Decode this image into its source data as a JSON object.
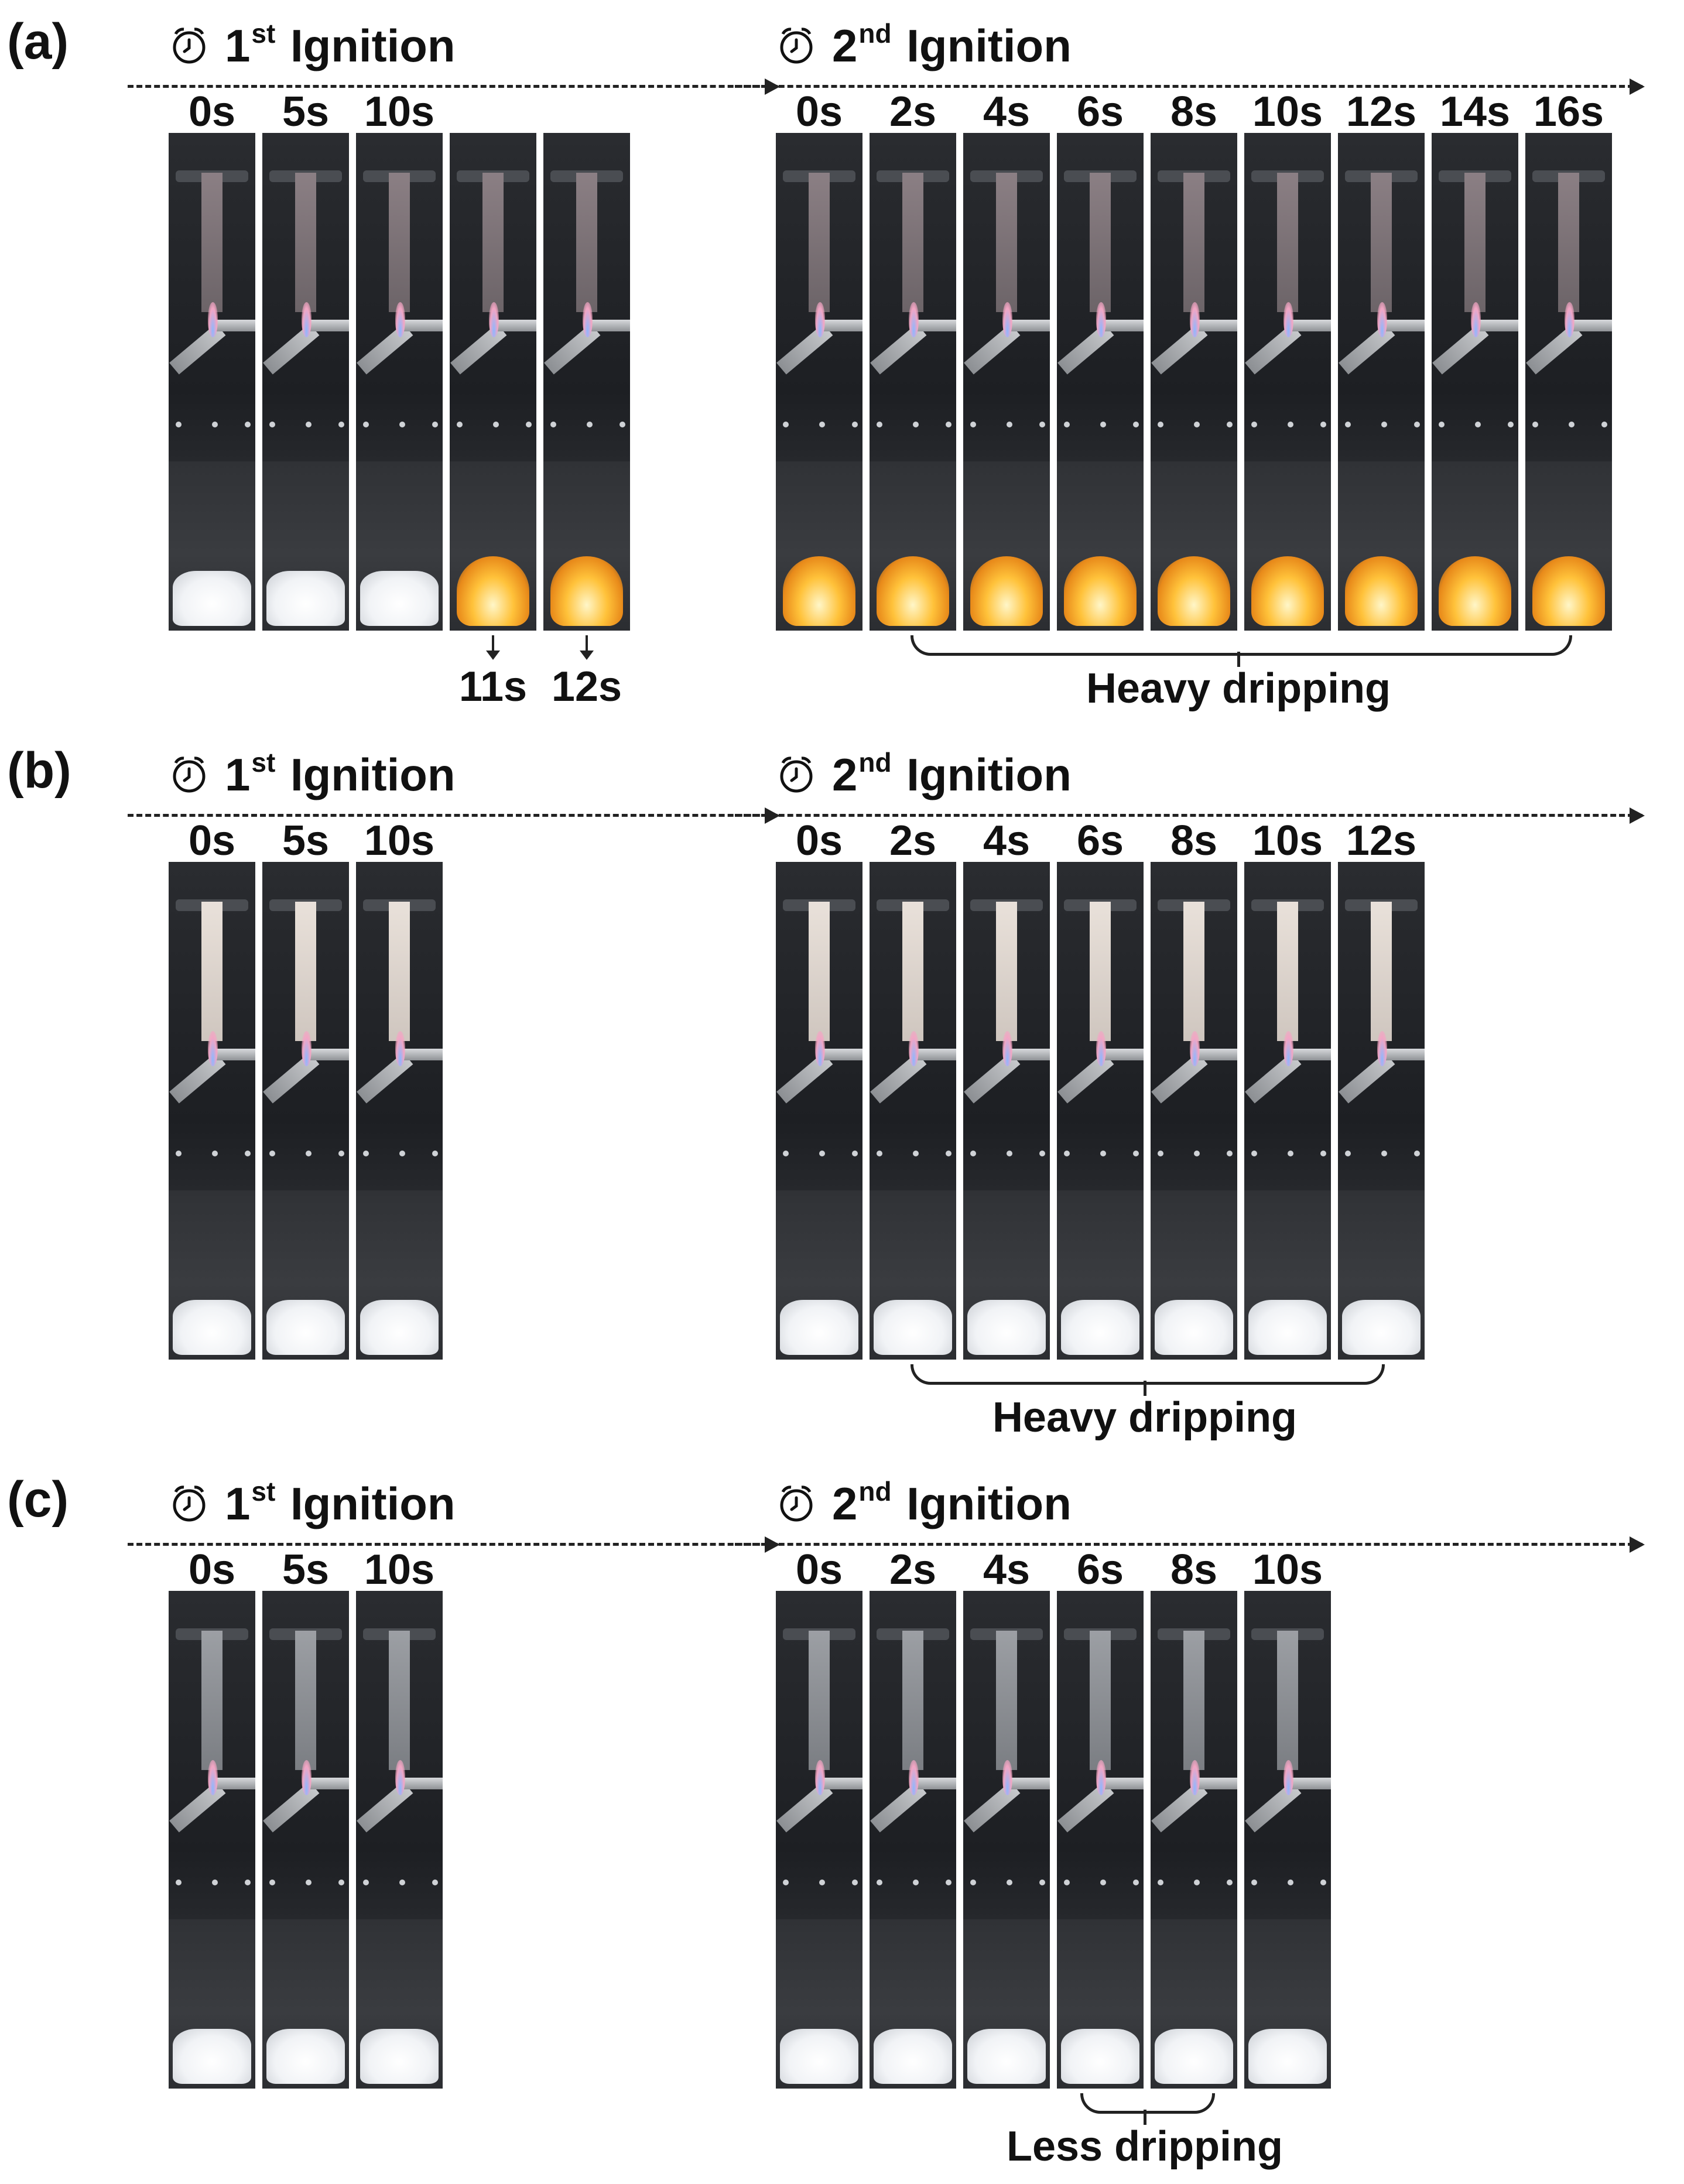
{
  "panels": [
    {
      "label": "(a)",
      "first": {
        "ordinal": "1",
        "suffix": "st",
        "word": "Ignition",
        "times": [
          "0s",
          "5s",
          "10s"
        ],
        "frame_count": 5,
        "after_labels": [
          "11s",
          "12s"
        ]
      },
      "second": {
        "ordinal": "2",
        "suffix": "nd",
        "word": "Ignition",
        "times": [
          "0s",
          "2s",
          "4s",
          "6s",
          "8s",
          "10s",
          "12s",
          "14s",
          "16s"
        ]
      },
      "note": "Heavy dripping"
    },
    {
      "label": "(b)",
      "first": {
        "ordinal": "1",
        "suffix": "st",
        "word": "Ignition",
        "times": [
          "0s",
          "5s",
          "10s"
        ],
        "frame_count": 3
      },
      "second": {
        "ordinal": "2",
        "suffix": "nd",
        "word": "Ignition",
        "times": [
          "0s",
          "2s",
          "4s",
          "6s",
          "8s",
          "10s",
          "12s"
        ]
      },
      "note": "Heavy dripping"
    },
    {
      "label": "(c)",
      "first": {
        "ordinal": "1",
        "suffix": "st",
        "word": "Ignition",
        "times": [
          "0s",
          "5s",
          "10s"
        ],
        "frame_count": 3
      },
      "second": {
        "ordinal": "2",
        "suffix": "nd",
        "word": "Ignition",
        "times": [
          "0s",
          "2s",
          "4s",
          "6s",
          "8s",
          "10s"
        ]
      },
      "note": "Less dripping"
    }
  ],
  "icons": {
    "timer": "alarm-clock-icon"
  }
}
